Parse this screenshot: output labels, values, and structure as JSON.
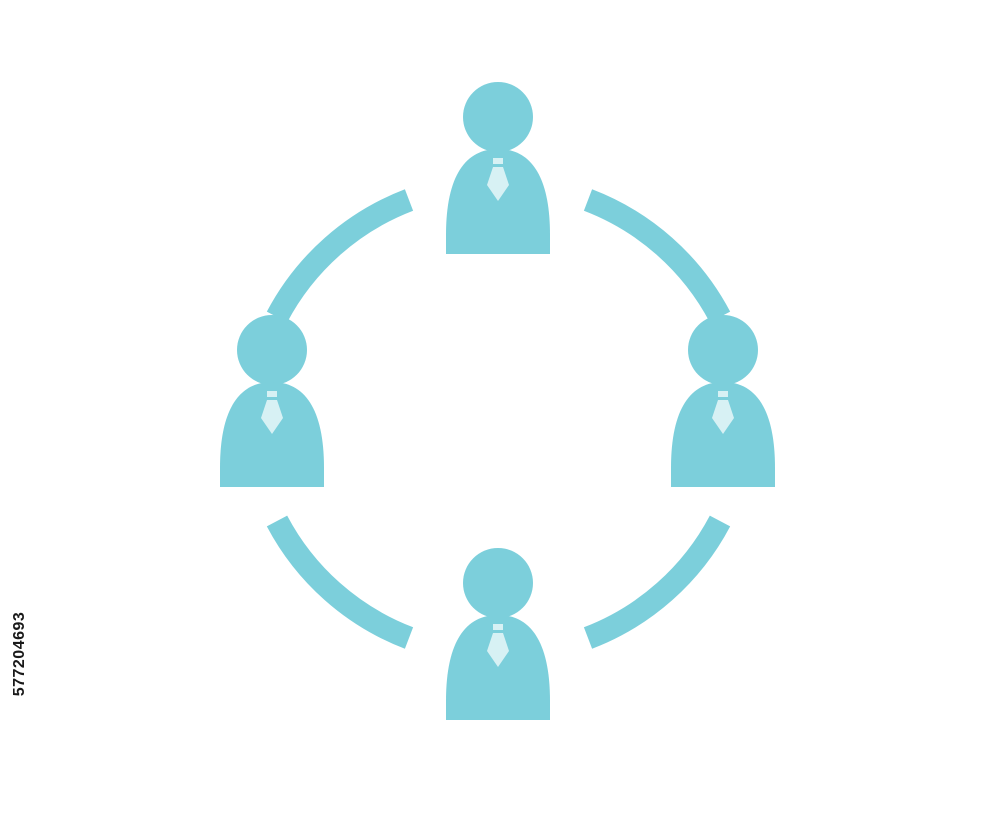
{
  "figure": {
    "icon_names": [
      "person-with-tie-icon",
      "circular-arrow-connector"
    ],
    "people_count": 4,
    "connector_count": 4
  },
  "watermark": {
    "stock_id": "577204693"
  },
  "colors": {
    "figure": "#7ccfdb",
    "tie": "#d7f1f4",
    "background": "#ffffff",
    "stock_id_text": "#1a1a1a"
  }
}
